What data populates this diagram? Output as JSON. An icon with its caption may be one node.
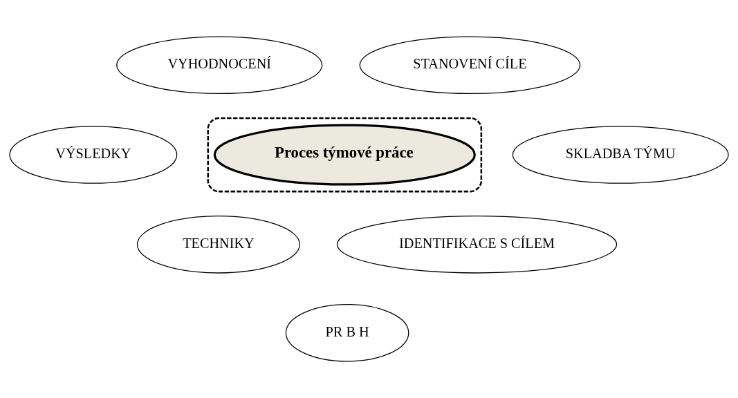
{
  "diagram": {
    "nodes": [
      {
        "text": [
          "VYHODNOCENÍ"
        ]
      },
      {
        "text": [
          "STANOVENÍ CÍLE"
        ]
      },
      {
        "text": [
          "VÝSLEDKY"
        ]
      },
      {
        "text": [],
        "shape": "ellipse"
      },
      {
        "text": [
          "Proces týmové práce"
        ],
        "in": 3
      },
      {
        "text": [
          "SKLADBA TÝMU"
        ]
      },
      {
        "text": [
          "TECHNIKY"
        ]
      },
      {
        "text": [
          "IDENTIFIKACE S CÍLEM"
        ]
      },
      {
        "text": [
          "PR B H"
        ]
      }
    ]
  }
}
